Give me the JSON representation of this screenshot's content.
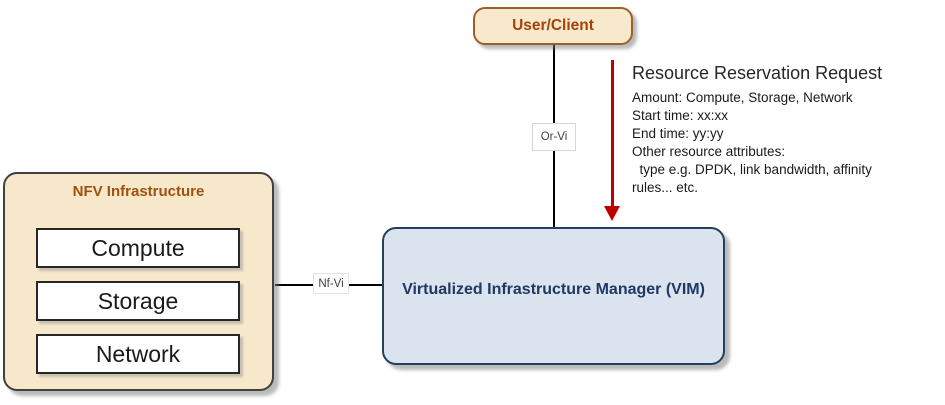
{
  "diagram": {
    "nodes": {
      "user_client": {
        "label": "User/Client"
      },
      "nfv_infrastructure": {
        "title": "NFV Infrastructure",
        "components": [
          "Compute",
          "Storage",
          "Network"
        ]
      },
      "vim": {
        "label": "Virtualized Infrastructure Manager (VIM)"
      }
    },
    "connectors": {
      "or_vi": {
        "label": "Or-Vi"
      },
      "nf_vi": {
        "label": "Nf-Vi"
      }
    },
    "annotation": {
      "title": "Resource Reservation Request",
      "lines": [
        "Amount: Compute, Storage, Network",
        "Start time: xx:xx",
        "End time: yy:yy",
        "Other resource attributes:",
        "  type e.g. DPDK, link bandwidth, affinity",
        "rules... etc."
      ]
    },
    "colors": {
      "cream_fill": "#f8e9cd",
      "cream_border": "#9c6127",
      "brown_text": "#a2430a",
      "nfvi_border": "#404040",
      "vim_fill": "#dbe4ee",
      "vim_border": "#24405f",
      "vim_text": "#1f3864",
      "arrow_red": "#c00000",
      "line_black": "#000000"
    }
  }
}
